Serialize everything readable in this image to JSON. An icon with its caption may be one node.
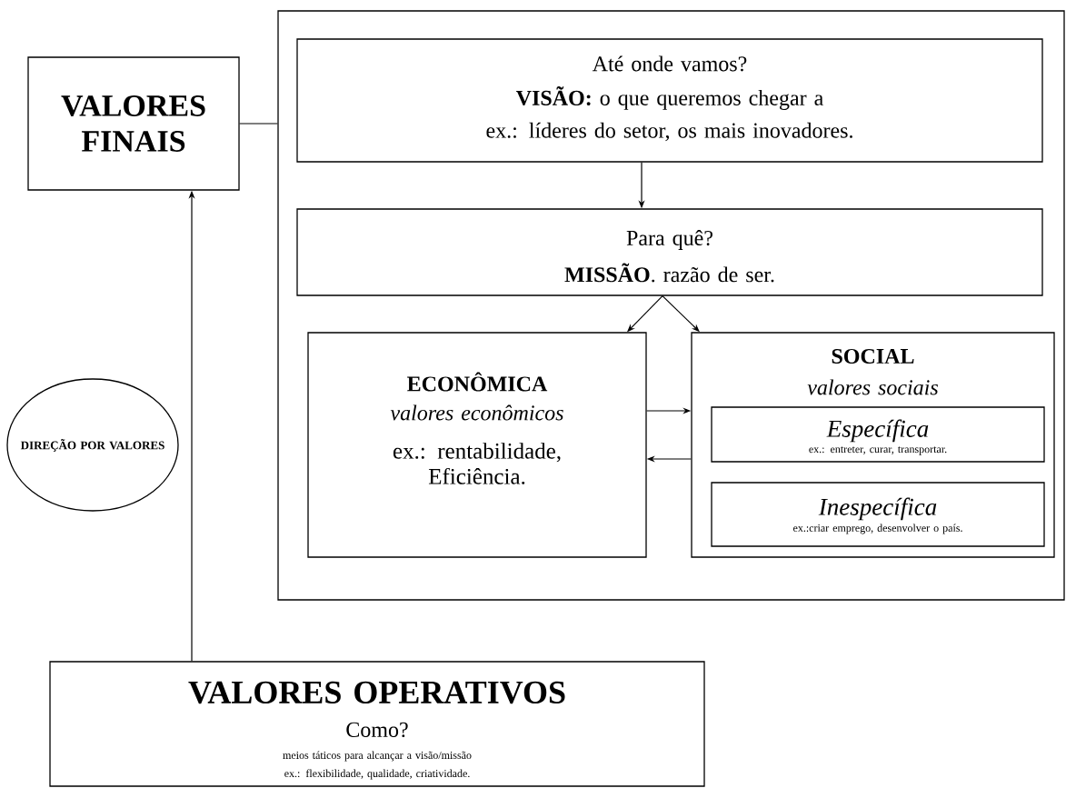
{
  "diagram": {
    "nodes": [
      {
        "text": [
          "VALORES FINAIS"
        ]
      },
      {
        "text": [],
        "shape": "box"
      },
      {
        "text": [
          "Até onde vamos?",
          "**VISÃO:** o que queremos chegar a",
          "ex.: líderes do setor, os mais inovadores."
        ],
        "in": 1
      },
      {
        "text": [
          "Para quê?",
          "**MISSÃO**. razão de ser."
        ],
        "in": 1
      },
      {
        "text": [
          "ECONÔMICA",
          "valores econômicos",
          "ex.: rentabilidade, Eficiência."
        ],
        "in": 1
      },
      {
        "text": [
          "SOCIAL",
          "valores sociais"
        ],
        "in": 1
      },
      {
        "text": [
          "Específica",
          "ex.: entreter, curar, transportar."
        ],
        "in": 5
      },
      {
        "text": [
          "Inespecífica",
          "ex.:criar emprego, desenvolver o país."
        ],
        "in": 5
      },
      {
        "text": [
          "DIREÇÃO POR VALORES"
        ]
      },
      {
        "text": [
          "VALORES OPERATIVOS",
          "Como?",
          "meios táticos para alcançar a visão/missão",
          "ex.: flexibilidade, qualidade, criatividade."
        ]
      }
    ],
    "edges": [
      {
        "from": 0,
        "to": 1,
        "arrow": "none"
      },
      {
        "from": 2,
        "to": 3,
        "arrow": "to"
      },
      {
        "from": 3,
        "to": 4,
        "arrow": "to"
      },
      {
        "from": 3,
        "to": 5,
        "arrow": "to"
      },
      {
        "from": 4,
        "to": 5,
        "arrow": "to"
      },
      {
        "from": 5,
        "to": 4,
        "arrow": "to"
      },
      {
        "from": 9,
        "to": 0,
        "arrow": "to"
      }
    ]
  }
}
